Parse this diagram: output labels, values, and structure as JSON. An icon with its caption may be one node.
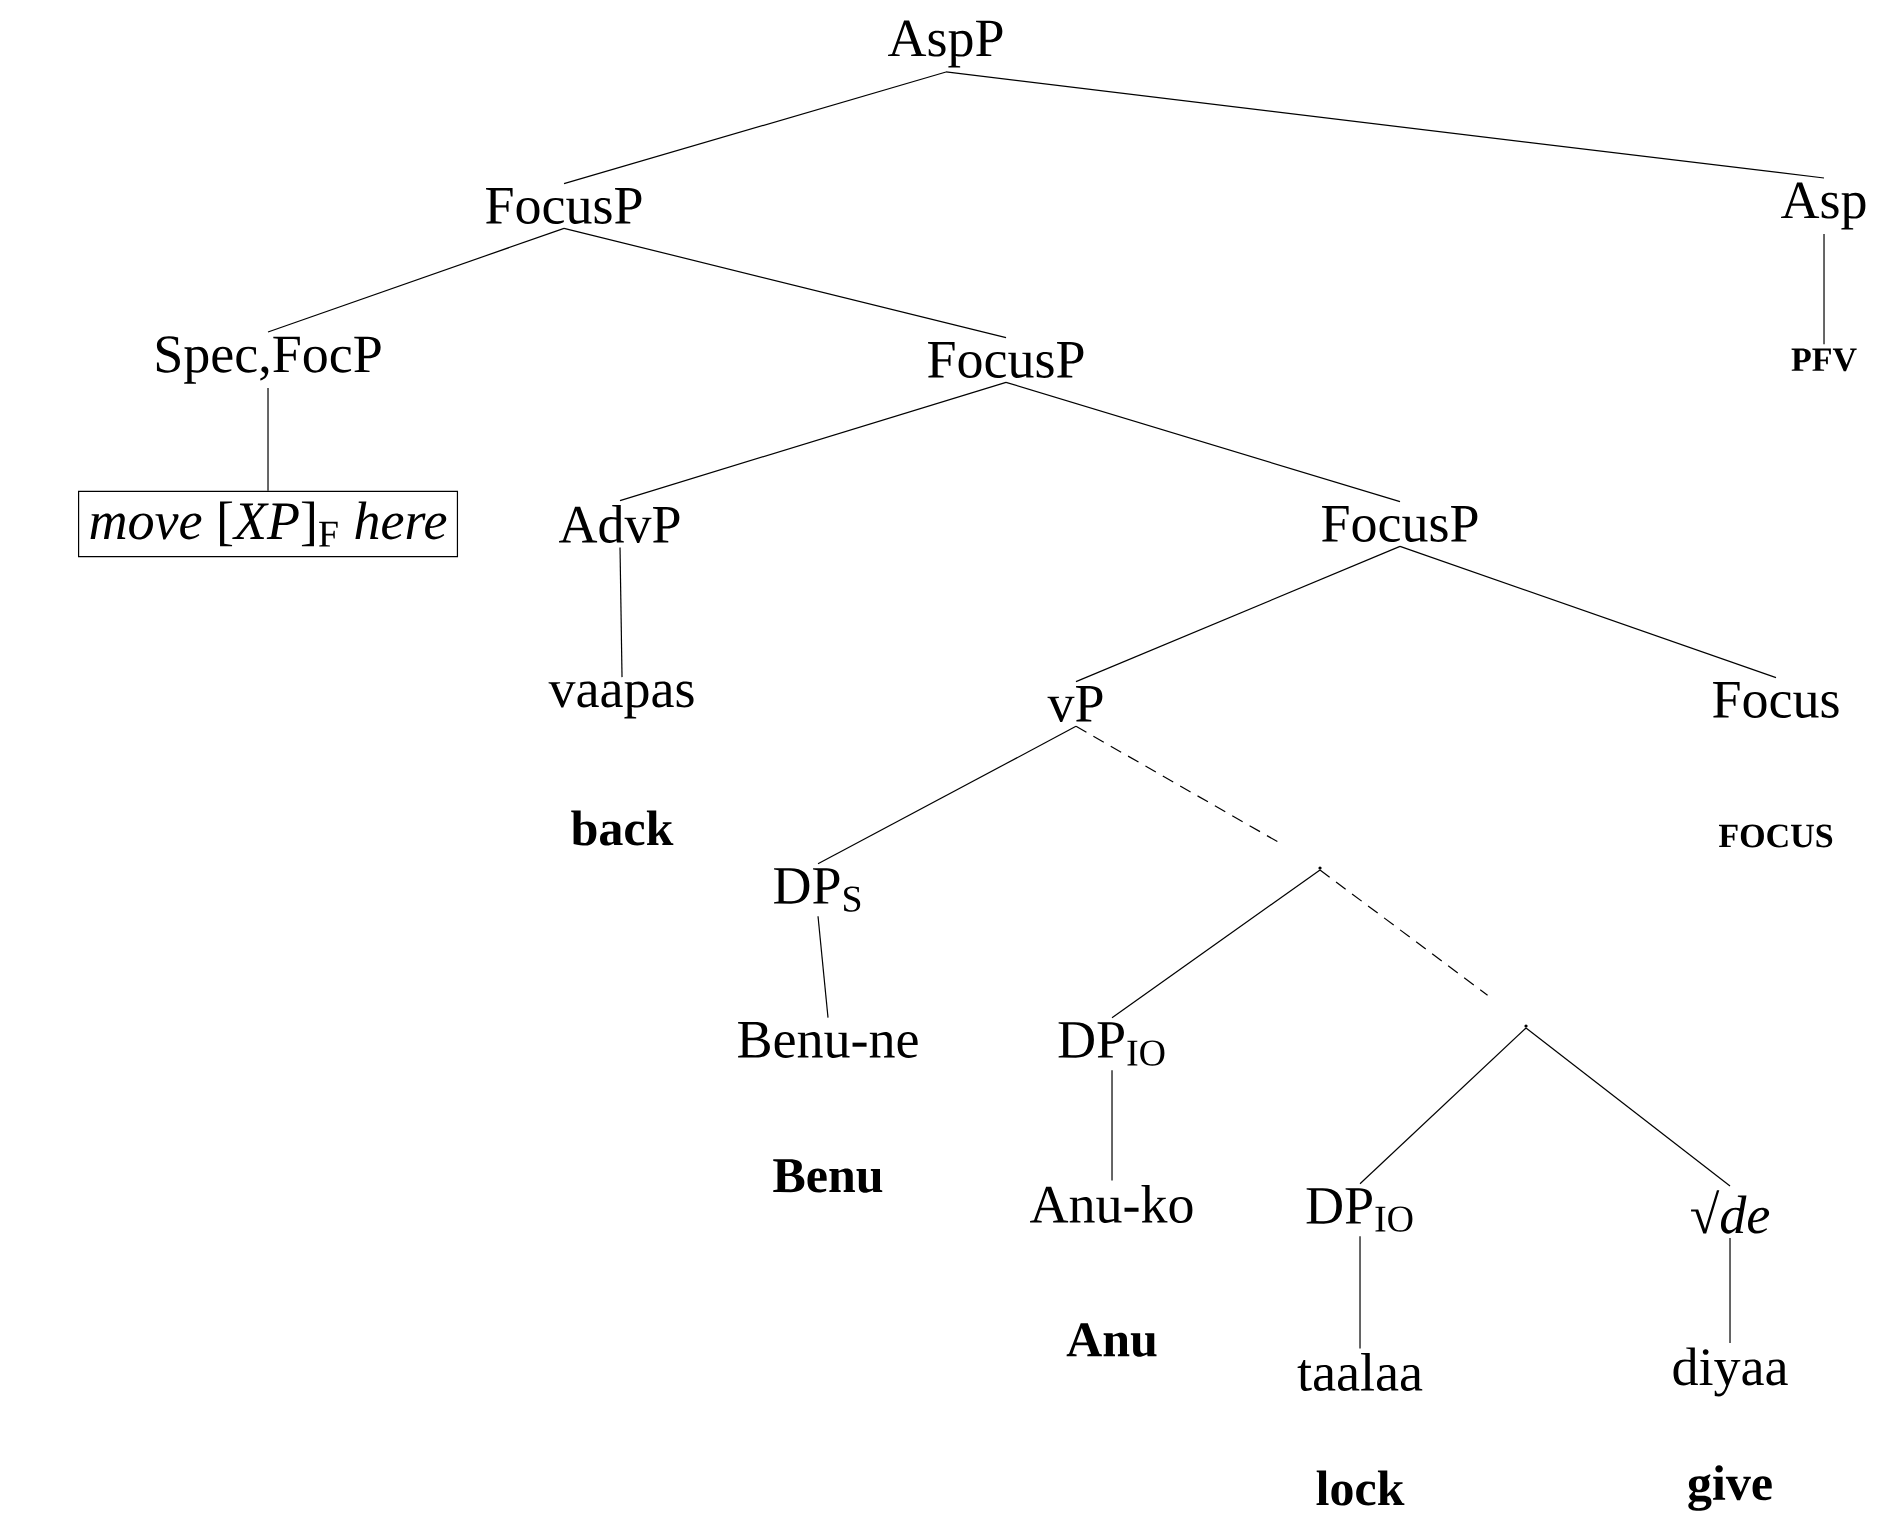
{
  "diagram": {
    "nodes": [
      {
        "text": [
          "AspP"
        ]
      },
      {
        "text": [
          "FocusP"
        ]
      },
      {
        "text": [
          "Asp"
        ]
      },
      {
        "text": [
          "Spec,FocP"
        ]
      },
      {
        "text": [
          "FocusP"
        ]
      },
      {
        "text": [
          "PFV"
        ]
      },
      {
        "text": [
          "*move* [*XP*]$_{F}$ *here*"
        ]
      },
      {
        "text": [
          "AdvP"
        ]
      },
      {
        "text": [
          "FocusP"
        ]
      },
      {
        "text": [
          "vaapas"
        ],
        "beside": [
          "back"
        ]
      },
      {
        "text": [
          "vP"
        ]
      },
      {
        "text": [
          "Focus"
        ],
        "beside": [
          "FOCUS"
        ]
      },
      {
        "text": [
          "DP$_{S}$"
        ]
      },
      {
        "text": [],
        "shape": "point"
      },
      {
        "text": [
          "Benu-ne"
        ],
        "beside": [
          "Benu"
        ]
      },
      {
        "text": [
          "DP$_{IO}$"
        ]
      },
      {
        "text": [],
        "shape": "point"
      },
      {
        "text": [
          "Anu-ko"
        ],
        "beside": [
          "Anu"
        ]
      },
      {
        "text": [
          "DP$_{IO}$"
        ]
      },
      {
        "text": [
          "√*de*"
        ]
      },
      {
        "text": [
          "taalaa"
        ],
        "beside": [
          "lock"
        ]
      },
      {
        "text": [
          "diyaa"
        ],
        "beside": [
          "give"
        ]
      }
    ],
    "edges": [
      {
        "from": 0,
        "to": 1,
        "arrow": "none"
      },
      {
        "from": 0,
        "to": 2,
        "arrow": "none"
      },
      {
        "from": 1,
        "to": 3,
        "arrow": "none"
      },
      {
        "from": 1,
        "to": 4,
        "arrow": "none"
      },
      {
        "from": 2,
        "to": 5,
        "arrow": "none"
      },
      {
        "from": 3,
        "to": 6,
        "arrow": "none"
      },
      {
        "from": 4,
        "to": 7,
        "arrow": "none"
      },
      {
        "from": 4,
        "to": 8,
        "arrow": "none"
      },
      {
        "from": 7,
        "to": 9,
        "arrow": "none"
      },
      {
        "from": 8,
        "to": 10,
        "arrow": "none"
      },
      {
        "from": 8,
        "to": 11,
        "arrow": "none"
      },
      {
        "from": 10,
        "to": 12,
        "arrow": "none"
      },
      {
        "from": 10,
        "to": 13,
        "arrow": "none",
        "style": "dashed"
      },
      {
        "from": 13,
        "to": 15,
        "arrow": "none"
      },
      {
        "from": 13,
        "to": 16,
        "arrow": "none",
        "style": "dashed"
      },
      {
        "from": 12,
        "to": 14,
        "arrow": "none"
      },
      {
        "from": 15,
        "to": 17,
        "arrow": "none"
      },
      {
        "from": 16,
        "to": 18,
        "arrow": "none"
      },
      {
        "from": 16,
        "to": 19,
        "arrow": "none"
      },
      {
        "from": 18,
        "to": 20,
        "arrow": "none"
      },
      {
        "from": 19,
        "to": 21,
        "arrow": "none"
      }
    ]
  }
}
